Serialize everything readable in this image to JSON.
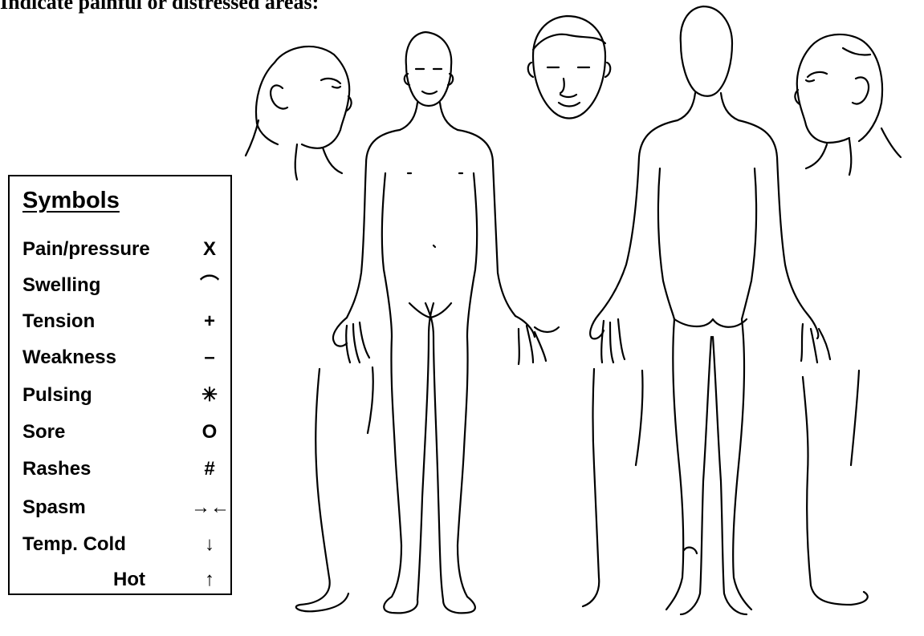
{
  "heading": "Indicate painful or distressed areas:",
  "legend": {
    "title": "Symbols",
    "items": [
      {
        "label": "Pain/pressure",
        "symbol": "X",
        "icon": "x-mark-icon"
      },
      {
        "label": "Swelling",
        "symbol": "⌒",
        "icon": "arc-icon"
      },
      {
        "label": "Tension",
        "symbol": "+",
        "icon": "plus-icon"
      },
      {
        "label": "Weakness",
        "symbol": "–",
        "icon": "minus-icon"
      },
      {
        "label": "Pulsing",
        "symbol": "✳",
        "icon": "asterisk-icon"
      },
      {
        "label": "Sore",
        "symbol": "O",
        "icon": "circle-icon"
      },
      {
        "label": "Rashes",
        "symbol": "#",
        "icon": "hash-icon"
      },
      {
        "label": "Spasm",
        "symbol": "→←",
        "icon": "arrows-inward-icon"
      },
      {
        "label": "Temp. Cold",
        "symbol": "↓",
        "icon": "arrow-down-icon"
      },
      {
        "label": "Hot",
        "symbol": "↑",
        "icon": "arrow-up-icon"
      }
    ]
  },
  "figures": [
    {
      "icon": "head-profile-right-icon"
    },
    {
      "icon": "body-front-icon"
    },
    {
      "icon": "face-front-icon"
    },
    {
      "icon": "body-back-icon"
    },
    {
      "icon": "head-profile-left-icon"
    }
  ]
}
